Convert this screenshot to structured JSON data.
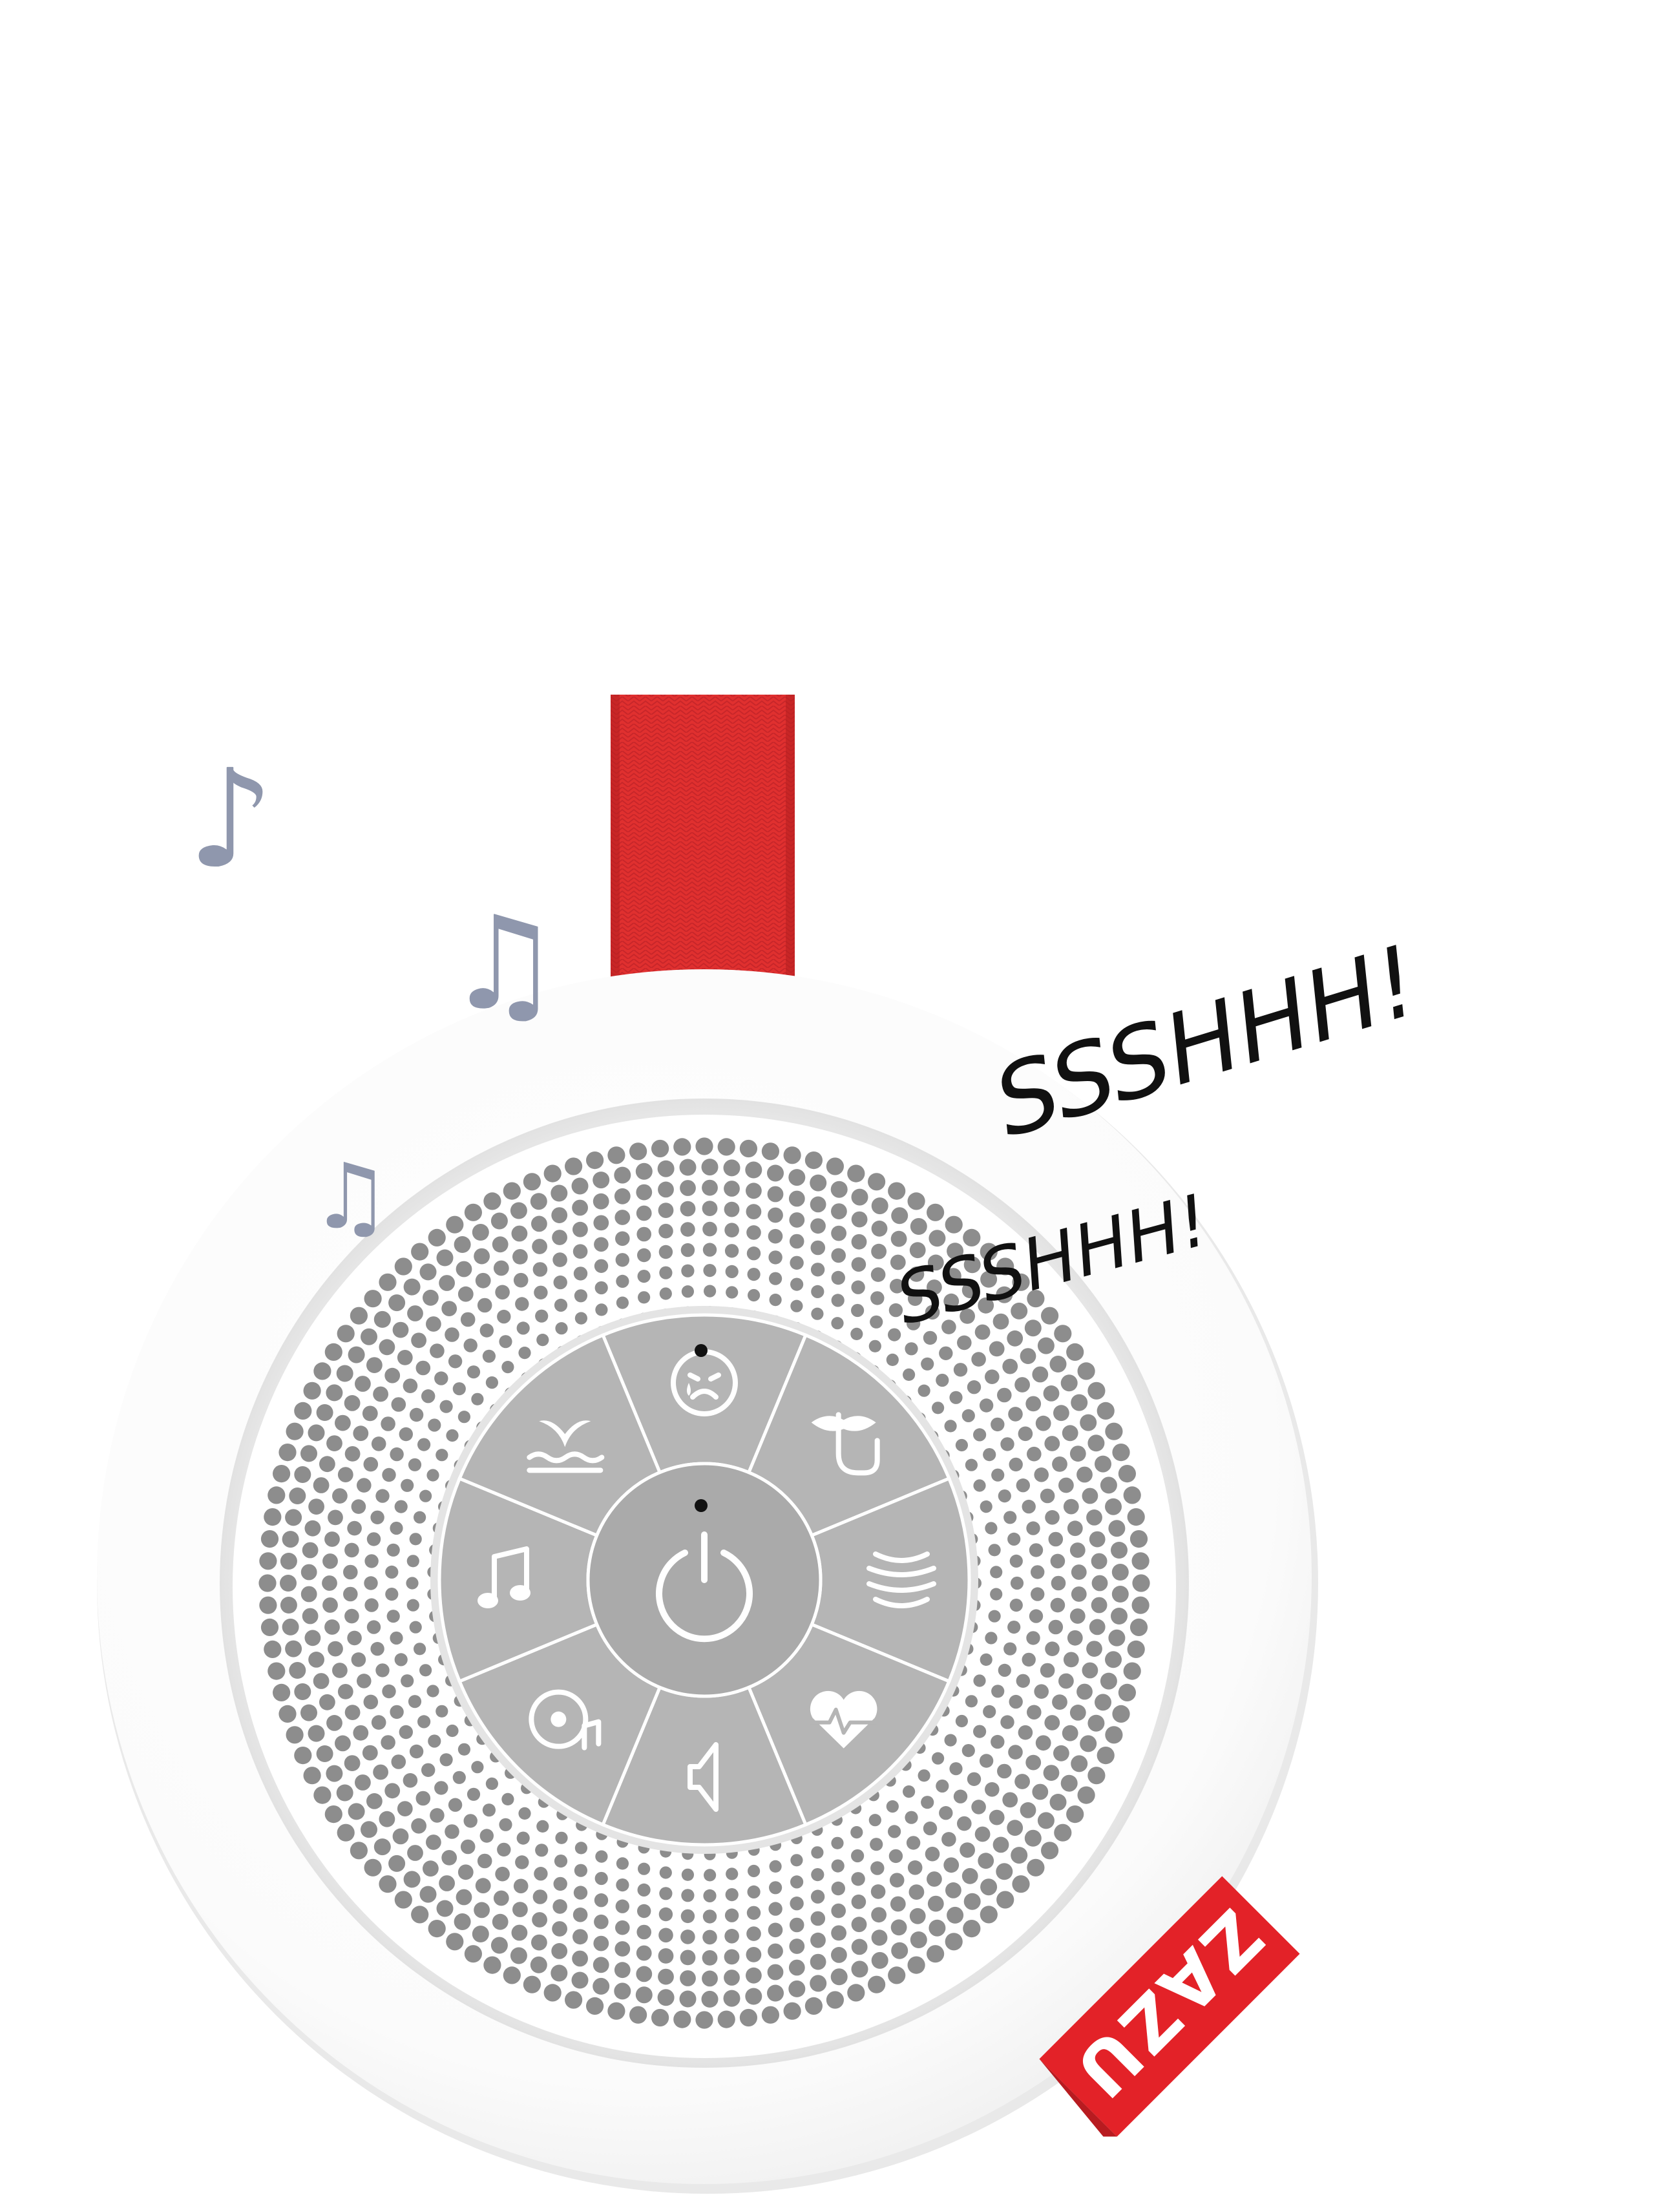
{
  "brand": {
    "label": "ZAZU",
    "color": "#e32228",
    "text_color": "#ffffff"
  },
  "speech": {
    "shout_large": "SSSHHH!",
    "shout_small": "SSSHHH!",
    "text_color": "#111111"
  },
  "colors": {
    "strap": "#e0302f",
    "strap_shadow": "#b82022",
    "housing": "#ffffff",
    "grille_hole": "#8d8d8d",
    "panel": "#b5b5b5",
    "panel_divider": "#ffffff",
    "icon": "#ffffff",
    "notes": "#8f97ad",
    "indicator": "#111111"
  },
  "notes": [
    {
      "icon": "eighth-note-icon",
      "glyph": "♪"
    },
    {
      "icon": "beamed-notes-icon",
      "glyph": "♫"
    },
    {
      "icon": "beamed-notes-small-icon",
      "glyph": "♫"
    }
  ],
  "buttons": [
    {
      "id": "power",
      "icon": "power-icon"
    },
    {
      "id": "crying-baby",
      "icon": "crying-baby-face-icon"
    },
    {
      "id": "shush",
      "icon": "shush-lips-icon"
    },
    {
      "id": "white-noise",
      "icon": "sound-waves-icon"
    },
    {
      "id": "heartbeat",
      "icon": "heartbeat-icon"
    },
    {
      "id": "volume",
      "icon": "speaker-icon"
    },
    {
      "id": "lullaby-player",
      "icon": "music-disc-icon"
    },
    {
      "id": "music",
      "icon": "music-note-icon"
    },
    {
      "id": "whale",
      "icon": "whale-tail-icon"
    }
  ]
}
